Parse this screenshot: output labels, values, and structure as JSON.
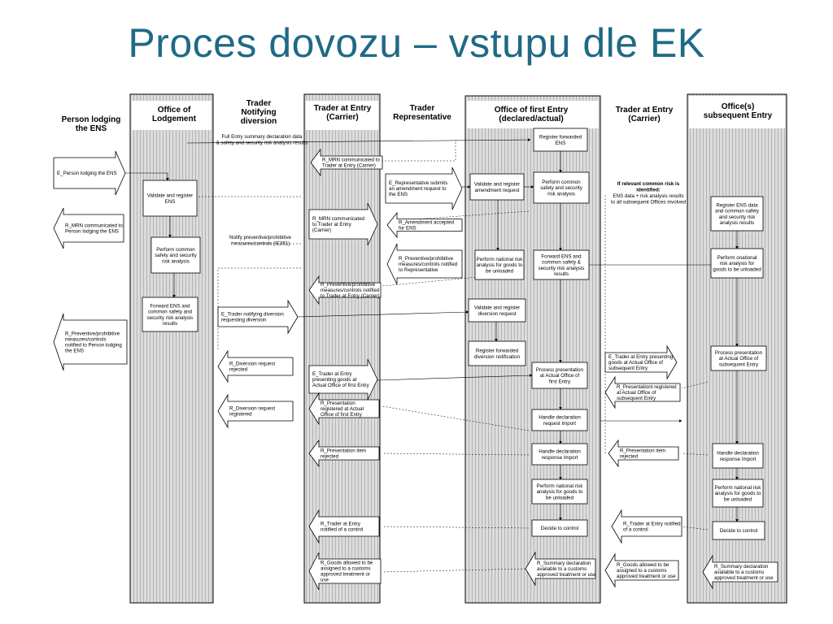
{
  "title": "Proces dovozu – vstupu dle EK",
  "headers": [
    {
      "lines": [
        "Person lodging",
        "the ENS"
      ]
    },
    {
      "lines": [
        "Office of",
        "Lodgement"
      ]
    },
    {
      "lines": [
        "Trader",
        "Notifying",
        "diversion"
      ]
    },
    {
      "lines": [
        "Trader at Entry",
        "(Carrier)"
      ]
    },
    {
      "lines": [
        "Trader",
        "Representative"
      ]
    },
    {
      "lines": [
        "Office of first Entry",
        "(declared/actual)"
      ]
    },
    {
      "lines": [
        "Trader at Entry",
        "(Carrier)"
      ]
    },
    {
      "lines": [
        "Office(s)",
        "subsequent Entry"
      ]
    }
  ],
  "boxes": [
    {
      "lines": [
        "Validate and register",
        "ENS"
      ]
    },
    {
      "lines": [
        "Perform common",
        "safety and security",
        "risk analysis"
      ]
    },
    {
      "lines": [
        "Forward ENS and",
        "common  safety and",
        "security risk analysis",
        "results"
      ]
    },
    {
      "lines": [
        "Register forwarded",
        "ENS"
      ]
    },
    {
      "lines": [
        "Validate and register",
        "amendment request"
      ]
    },
    {
      "lines": [
        "Perform common",
        "safety and security",
        "risk analysis"
      ]
    },
    {
      "lines": [
        "Perform national  risk",
        "analysis for goods to",
        "be unloaded"
      ]
    },
    {
      "lines": [
        "Forward ENS and",
        "common safety &",
        "security risk analysis",
        "results"
      ]
    },
    {
      "lines": [
        "Validate and register",
        "diversion request"
      ]
    },
    {
      "lines": [
        "Register forwarded",
        "diversion notification"
      ]
    },
    {
      "lines": [
        "Process presentation",
        "at Actual Office of",
        "first Entry"
      ]
    },
    {
      "lines": [
        "Handle declaration",
        "request Import"
      ]
    },
    {
      "lines": [
        "Handle declaration",
        "response Import"
      ]
    },
    {
      "lines": [
        "Perform national risk",
        "analysis for goods to",
        "be unloaded"
      ]
    },
    {
      "lines": [
        "Decide to control"
      ]
    },
    {
      "lines": [
        "Register ENS data",
        "and common safety",
        "and security risk",
        "analysis results"
      ]
    },
    {
      "lines": [
        "Perform onational",
        "risk  analysis for",
        "goods to be unloaded"
      ]
    },
    {
      "lines": [
        "Process presentation",
        "at Actual Office of",
        "subsequent Entry"
      ]
    },
    {
      "lines": [
        "Handle declaration",
        "response Import"
      ]
    },
    {
      "lines": [
        "Perform national risk",
        "analysis for goods to",
        "be unloaded"
      ]
    },
    {
      "lines": [
        "Decide to control"
      ]
    }
  ],
  "events": [
    {
      "lines": [
        "E_Person lodging the ENS"
      ]
    },
    {
      "lines": [
        "R_MRN communicated to",
        "Person lodging the ENS"
      ]
    },
    {
      "lines": [
        "R_Preventive/prohibitive",
        "measures/controls",
        "notified to Person lodging",
        "the ENS"
      ]
    },
    {
      "lines": [
        "R_MRN communicated to",
        "Trader at Entry (Carrier)"
      ]
    },
    {
      "lines": [
        "R_MRN communicated",
        "to Trader at Entry",
        "(Carrier)"
      ]
    },
    {
      "lines": [
        "R_Preventive/prohibitive",
        "measures/controls notified",
        "to Trader at Entry (Carrier)"
      ]
    },
    {
      "lines": [
        "E_Trader notifying diversion",
        "requesting diversion"
      ]
    },
    {
      "lines": [
        "R_Diversion request",
        "rejected"
      ]
    },
    {
      "lines": [
        "R_Diversion request",
        "registered"
      ]
    },
    {
      "lines": [
        "E_Trader at Entry",
        "presenting goods at",
        "Actual Office of first Entry"
      ]
    },
    {
      "lines": [
        "R_Presentation",
        "registered at Actual",
        "Office of first Entry"
      ]
    },
    {
      "lines": [
        "R_Presentation item",
        "rejected"
      ]
    },
    {
      "lines": [
        "R_Trader at Entry",
        "notified of a control"
      ]
    },
    {
      "lines": [
        "R_Goods allowed to be",
        "assigned to a customs",
        "approved treatment or",
        "use"
      ]
    },
    {
      "lines": [
        "E_Representative submits",
        "an amendment request to",
        "the ENS"
      ]
    },
    {
      "lines": [
        "R_Amendment accepted",
        "for ENS"
      ]
    },
    {
      "lines": [
        "R_Preventive/prohibitive",
        "measures/controls notified",
        "to Representative"
      ]
    },
    {
      "lines": [
        "R_Summary declaration",
        "available to a customs",
        "approved treatment or use"
      ]
    },
    {
      "lines": [
        "E_Trader at Entry presenting",
        "goods at Actual Office of",
        "subsequent Entry"
      ]
    },
    {
      "lines": [
        "R_Presentationt registered",
        "at Actual Office of",
        "subsequent  Entry"
      ]
    },
    {
      "lines": [
        "R_Presentation item",
        "rejected"
      ]
    },
    {
      "lines": [
        "R_Trader at Entry notified",
        "of a control"
      ]
    },
    {
      "lines": [
        "R_Goods allowed to be",
        "assigned to a customs",
        "approved treatment or use"
      ]
    },
    {
      "lines": [
        "R_Summary declaration",
        "available to a customs",
        "approved treatment or use"
      ]
    }
  ],
  "notes": [
    {
      "lines": [
        "Full Entry summary declaration data",
        "& safety and security risk analysis results"
      ],
      "bold": false
    },
    {
      "lines": [
        "Notify preventive/prohibitive",
        "measures/controls (IE351)"
      ],
      "bold": false
    },
    {
      "lines": [
        "If relevant common risk is",
        "identified:"
      ],
      "bold": true
    },
    {
      "lines": [
        "ENS data + risk analysis results",
        "to all subsequent Offices involved"
      ],
      "bold": false
    }
  ]
}
